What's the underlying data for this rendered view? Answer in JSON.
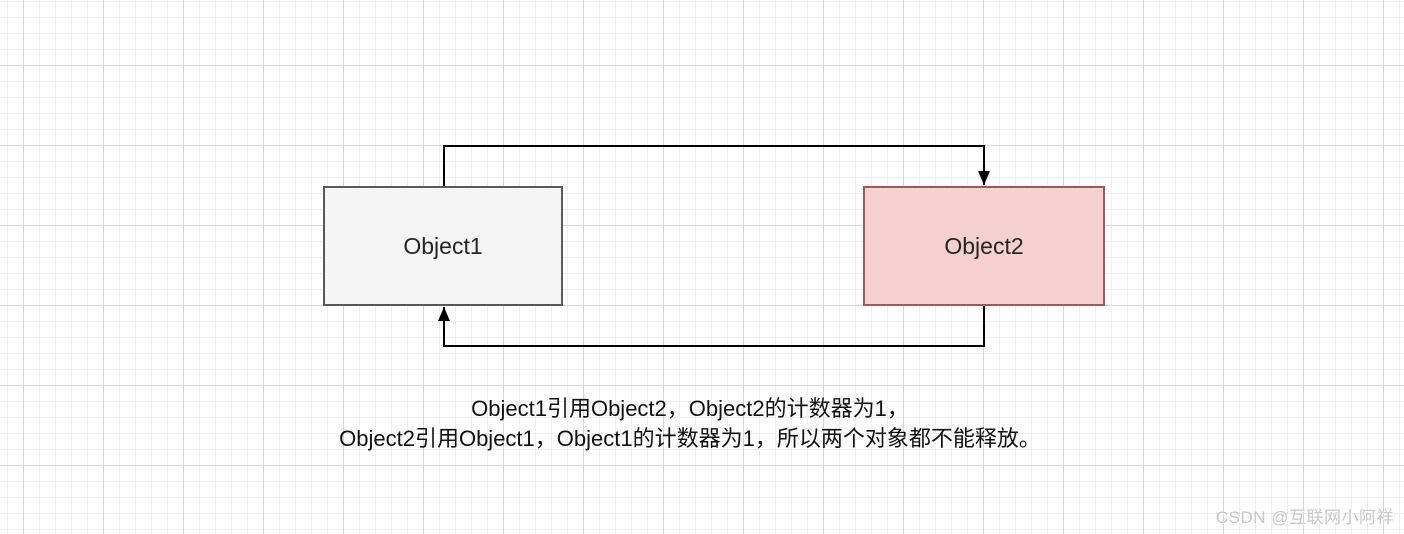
{
  "diagram": {
    "nodes": {
      "object1": {
        "label": "Object1",
        "fill": "#f5f5f5",
        "stroke": "#595959"
      },
      "object2": {
        "label": "Object2",
        "fill": "#f6cfcf",
        "stroke": "#9c5b58"
      }
    },
    "edges": [
      {
        "from": "Object1",
        "to": "Object2"
      },
      {
        "from": "Object2",
        "to": "Object1"
      }
    ],
    "edge_color": "#000000"
  },
  "caption": {
    "line1": "Object1引用Object2，Object2的计数器为1，",
    "line2": "Object2引用Object1，Object1的计数器为1，所以两个对象都不能释放。"
  },
  "watermark": {
    "text": "CSDN @互联网小阿祥"
  }
}
